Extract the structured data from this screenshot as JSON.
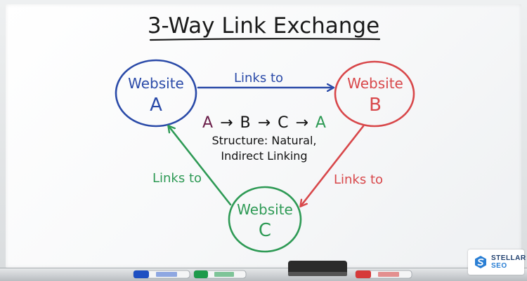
{
  "title": "3-Way Link Exchange",
  "nodes": {
    "a": {
      "line1": "Website",
      "line2": "A",
      "color": "#2a4aa8"
    },
    "b": {
      "line1": "Website",
      "line2": "B",
      "color": "#d8474a"
    },
    "c": {
      "line1": "Website",
      "line2": "C",
      "color": "#2e9a55"
    }
  },
  "edges": {
    "ab": {
      "label": "Links to",
      "color": "#2a4aa8"
    },
    "bc": {
      "label": "Links to",
      "color": "#d8474a"
    },
    "ca": {
      "label": "Links to",
      "color": "#2e9a55"
    }
  },
  "center": {
    "sequence": [
      "A",
      "B",
      "C",
      "A"
    ],
    "sequence_colors": [
      "#6b1f4a",
      "#111111",
      "#111111",
      "#2e9a55"
    ],
    "arrow_glyph": "→",
    "line1": "Structure: Natural,",
    "line2": "Indirect Linking"
  },
  "logo": {
    "line1": "STELLAR",
    "line2": "SEO"
  },
  "markers": [
    {
      "color": "#1e4fc2",
      "icon": "blue-marker-icon"
    },
    {
      "color": "#1d9a4a",
      "icon": "green-marker-icon"
    },
    {
      "color": "#d63a3a",
      "icon": "red-marker-icon"
    }
  ],
  "eraser": {
    "icon": "eraser-icon"
  }
}
